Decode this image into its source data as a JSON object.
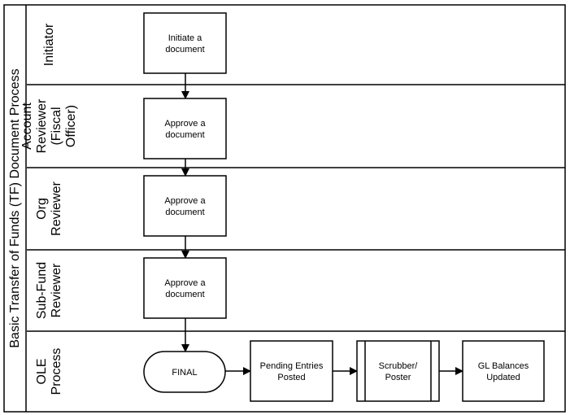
{
  "diagram": {
    "title": "Basic Transfer of Funds (TF) Document Process",
    "lanes": [
      {
        "key": "initiator",
        "label_lines": [
          "Initiator"
        ]
      },
      {
        "key": "account-reviewer",
        "label_lines": [
          "Account",
          "Reviewer",
          "(Fiscal",
          "Officer)"
        ]
      },
      {
        "key": "org-reviewer",
        "label_lines": [
          "Org",
          "Reviewer"
        ]
      },
      {
        "key": "sub-fund-reviewer",
        "label_lines": [
          "Sub-Fund",
          "Reviewer"
        ]
      },
      {
        "key": "ole-process",
        "label_lines": [
          "OLE",
          "Process"
        ]
      }
    ],
    "nodes": [
      {
        "key": "initiate-document",
        "shape": "rect",
        "text_lines": [
          "Initiate a",
          "document"
        ]
      },
      {
        "key": "approve-account",
        "shape": "rect",
        "text_lines": [
          "Approve a",
          "document"
        ]
      },
      {
        "key": "approve-org",
        "shape": "rect",
        "text_lines": [
          "Approve a",
          "document"
        ]
      },
      {
        "key": "approve-sub-fund",
        "shape": "rect",
        "text_lines": [
          "Approve a",
          "document"
        ]
      },
      {
        "key": "final",
        "shape": "terminator",
        "text_lines": [
          "FINAL"
        ]
      },
      {
        "key": "pending-entries",
        "shape": "rect",
        "text_lines": [
          "Pending Entries",
          "Posted"
        ]
      },
      {
        "key": "scrubber-poster",
        "shape": "process",
        "text_lines": [
          "Scrubber/",
          "Poster"
        ]
      },
      {
        "key": "gl-balances",
        "shape": "rect",
        "text_lines": [
          "GL Balances",
          "Updated"
        ]
      }
    ],
    "edges": [
      {
        "from": "initiate-document",
        "to": "approve-account"
      },
      {
        "from": "approve-account",
        "to": "approve-org"
      },
      {
        "from": "approve-org",
        "to": "approve-sub-fund"
      },
      {
        "from": "approve-sub-fund",
        "to": "final"
      },
      {
        "from": "final",
        "to": "pending-entries"
      },
      {
        "from": "pending-entries",
        "to": "scrubber-poster"
      },
      {
        "from": "scrubber-poster",
        "to": "gl-balances"
      }
    ]
  }
}
